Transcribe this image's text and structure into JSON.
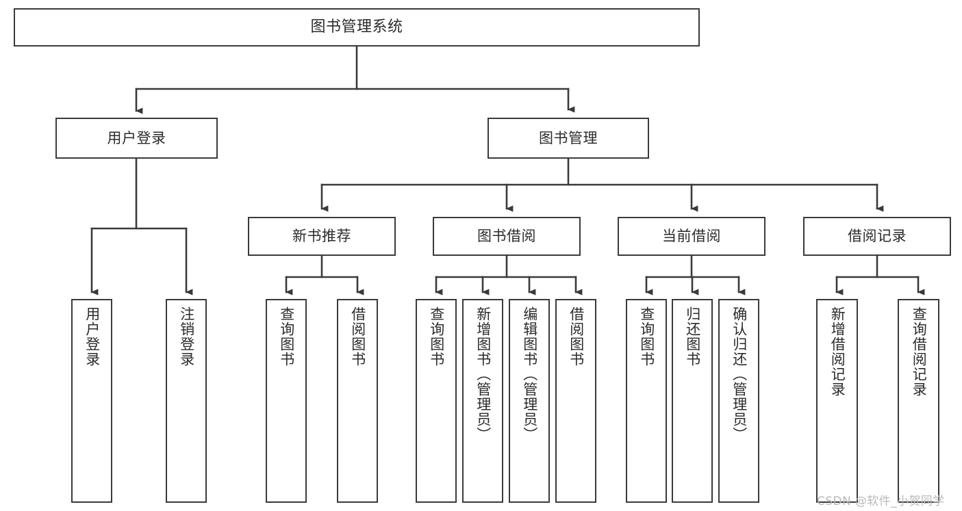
{
  "diagram": {
    "title": "图书管理系统",
    "type": "hierarchy-tree",
    "watermark": "CSDN @软件_小贺同学",
    "colors": {
      "box_border": "#3a3a3a",
      "box_fill": "#ffffff",
      "text": "#2b2b2b",
      "edge": "#3a3a3a",
      "watermark": "#b9b9b9",
      "background": "#ffffff"
    },
    "nodes": {
      "root": {
        "label": "图书管理系统"
      },
      "level2": [
        {
          "id": "user-login",
          "label": "用户登录"
        },
        {
          "id": "book-manage",
          "label": "图书管理"
        }
      ],
      "level3": [
        {
          "id": "new-book-rec",
          "label": "新书推荐"
        },
        {
          "id": "book-borrow",
          "label": "图书借阅"
        },
        {
          "id": "current-borrow",
          "label": "当前借阅"
        },
        {
          "id": "borrow-record",
          "label": "借阅记录"
        }
      ],
      "leaves": {
        "user-login": [
          {
            "id": "leaf-user-login",
            "label": "用户登录"
          },
          {
            "id": "leaf-logout",
            "label": "注销登录"
          }
        ],
        "new-book-rec": [
          {
            "id": "leaf-query-book-1",
            "label": "查询图书"
          },
          {
            "id": "leaf-borrow-book-1",
            "label": "借阅图书"
          }
        ],
        "book-borrow": [
          {
            "id": "leaf-query-book-2",
            "label": "查询图书"
          },
          {
            "id": "leaf-add-book",
            "label": "新增图书（管理员）"
          },
          {
            "id": "leaf-edit-book",
            "label": "编辑图书（管理员）"
          },
          {
            "id": "leaf-borrow-book-2",
            "label": "借阅图书"
          }
        ],
        "current-borrow": [
          {
            "id": "leaf-query-book-3",
            "label": "查询图书"
          },
          {
            "id": "leaf-return-book",
            "label": "归还图书"
          },
          {
            "id": "leaf-confirm-return",
            "label": "确认归还（管理员）"
          }
        ],
        "borrow-record": [
          {
            "id": "leaf-add-record",
            "label": "新增借阅记录"
          },
          {
            "id": "leaf-query-record",
            "label": "查询借阅记录"
          }
        ]
      }
    }
  }
}
